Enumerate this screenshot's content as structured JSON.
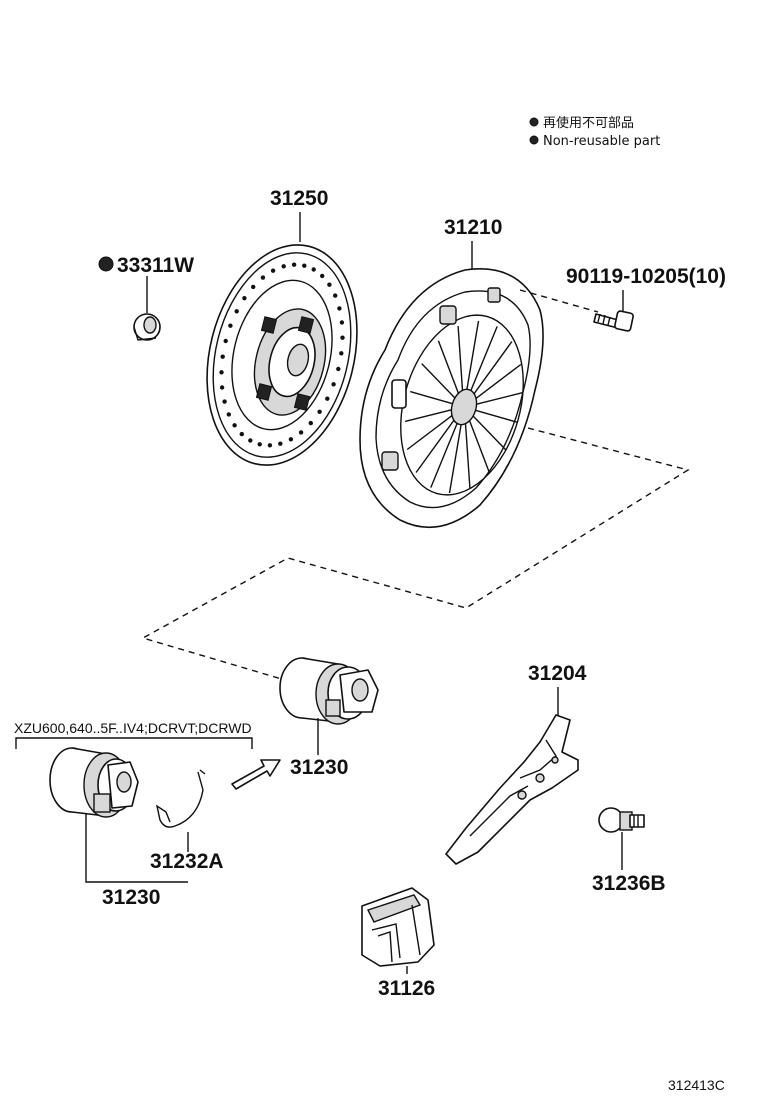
{
  "legend": {
    "line1": "再使用不可部品",
    "line2": "Non-reusable part"
  },
  "parts": {
    "p33311w": "33311W",
    "p31250": "31250",
    "p31210": "31210",
    "p90119": "90119-10205(10)",
    "p31230_top": "31230",
    "p31204": "31204",
    "p31230_bottom": "31230",
    "p31232a": "31232A",
    "p31236b": "31236B",
    "p31126": "31126"
  },
  "variant_note": "XZU600,640..5F..IV4;DCRVT;DCRWD",
  "figure_code": "312413C",
  "non_reusable_marker": "●"
}
